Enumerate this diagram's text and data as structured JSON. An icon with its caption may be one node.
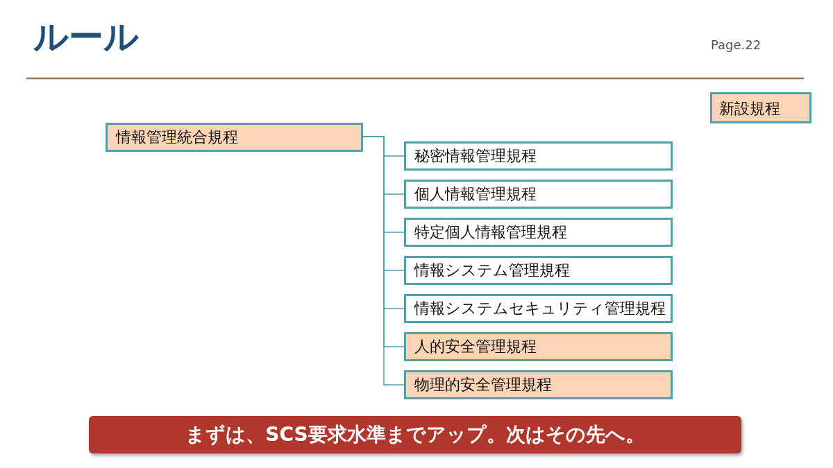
{
  "diagram": {
    "title": "ルール",
    "nodes": [
      {
        "text": [
          "情報管理統合規程"
        ]
      },
      {
        "text": [
          "秘密情報管理規程"
        ]
      },
      {
        "text": [
          "個人情報管理規程"
        ]
      },
      {
        "text": [
          "特定個人情報管理規程"
        ]
      },
      {
        "text": [
          "情報システム管理規程"
        ]
      },
      {
        "text": [
          "情報システムセキュリティ管理規程"
        ]
      },
      {
        "text": [
          "人的安全管理規程"
        ]
      },
      {
        "text": [
          "物理的安全管理規程"
        ]
      },
      {
        "text": [
          "まずは、SCS要求水準までアップ。次はその先へ。"
        ]
      }
    ],
    "edges": [
      {
        "from": 0,
        "to": 1,
        "arrow": "none"
      },
      {
        "from": 0,
        "to": 2,
        "arrow": "none"
      },
      {
        "from": 0,
        "to": 3,
        "arrow": "none"
      },
      {
        "from": 0,
        "to": 4,
        "arrow": "none"
      },
      {
        "from": 0,
        "to": 5,
        "arrow": "none"
      },
      {
        "from": 0,
        "to": 6,
        "arrow": "none"
      },
      {
        "from": 0,
        "to": 7,
        "arrow": "none"
      }
    ],
    "labels": [
      "Page.22"
    ],
    "legend": [
      {
        "text": "新設規程",
        "color": "#fbd5b5"
      }
    ]
  }
}
